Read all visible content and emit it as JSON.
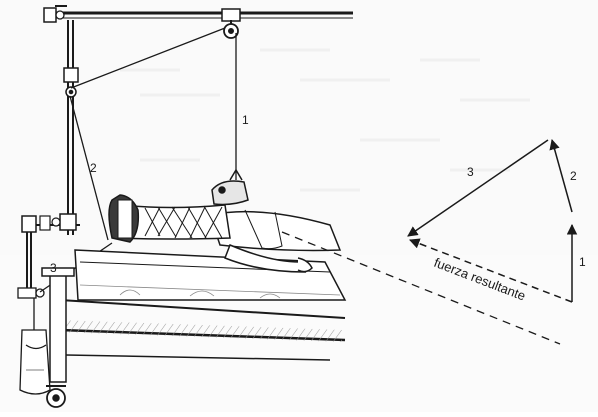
{
  "figure": {
    "labels": {
      "rope_1": "1",
      "rope_2": "2",
      "rope_3": "3",
      "vector_1": "1",
      "vector_2": "2",
      "vector_3": "3",
      "resultant": "fuerza resultante"
    },
    "colors": {
      "ink": "#1a1a1a",
      "paper": "#ffffff",
      "shade": "#b9b9b9",
      "wall_texture": "#ececec"
    }
  }
}
